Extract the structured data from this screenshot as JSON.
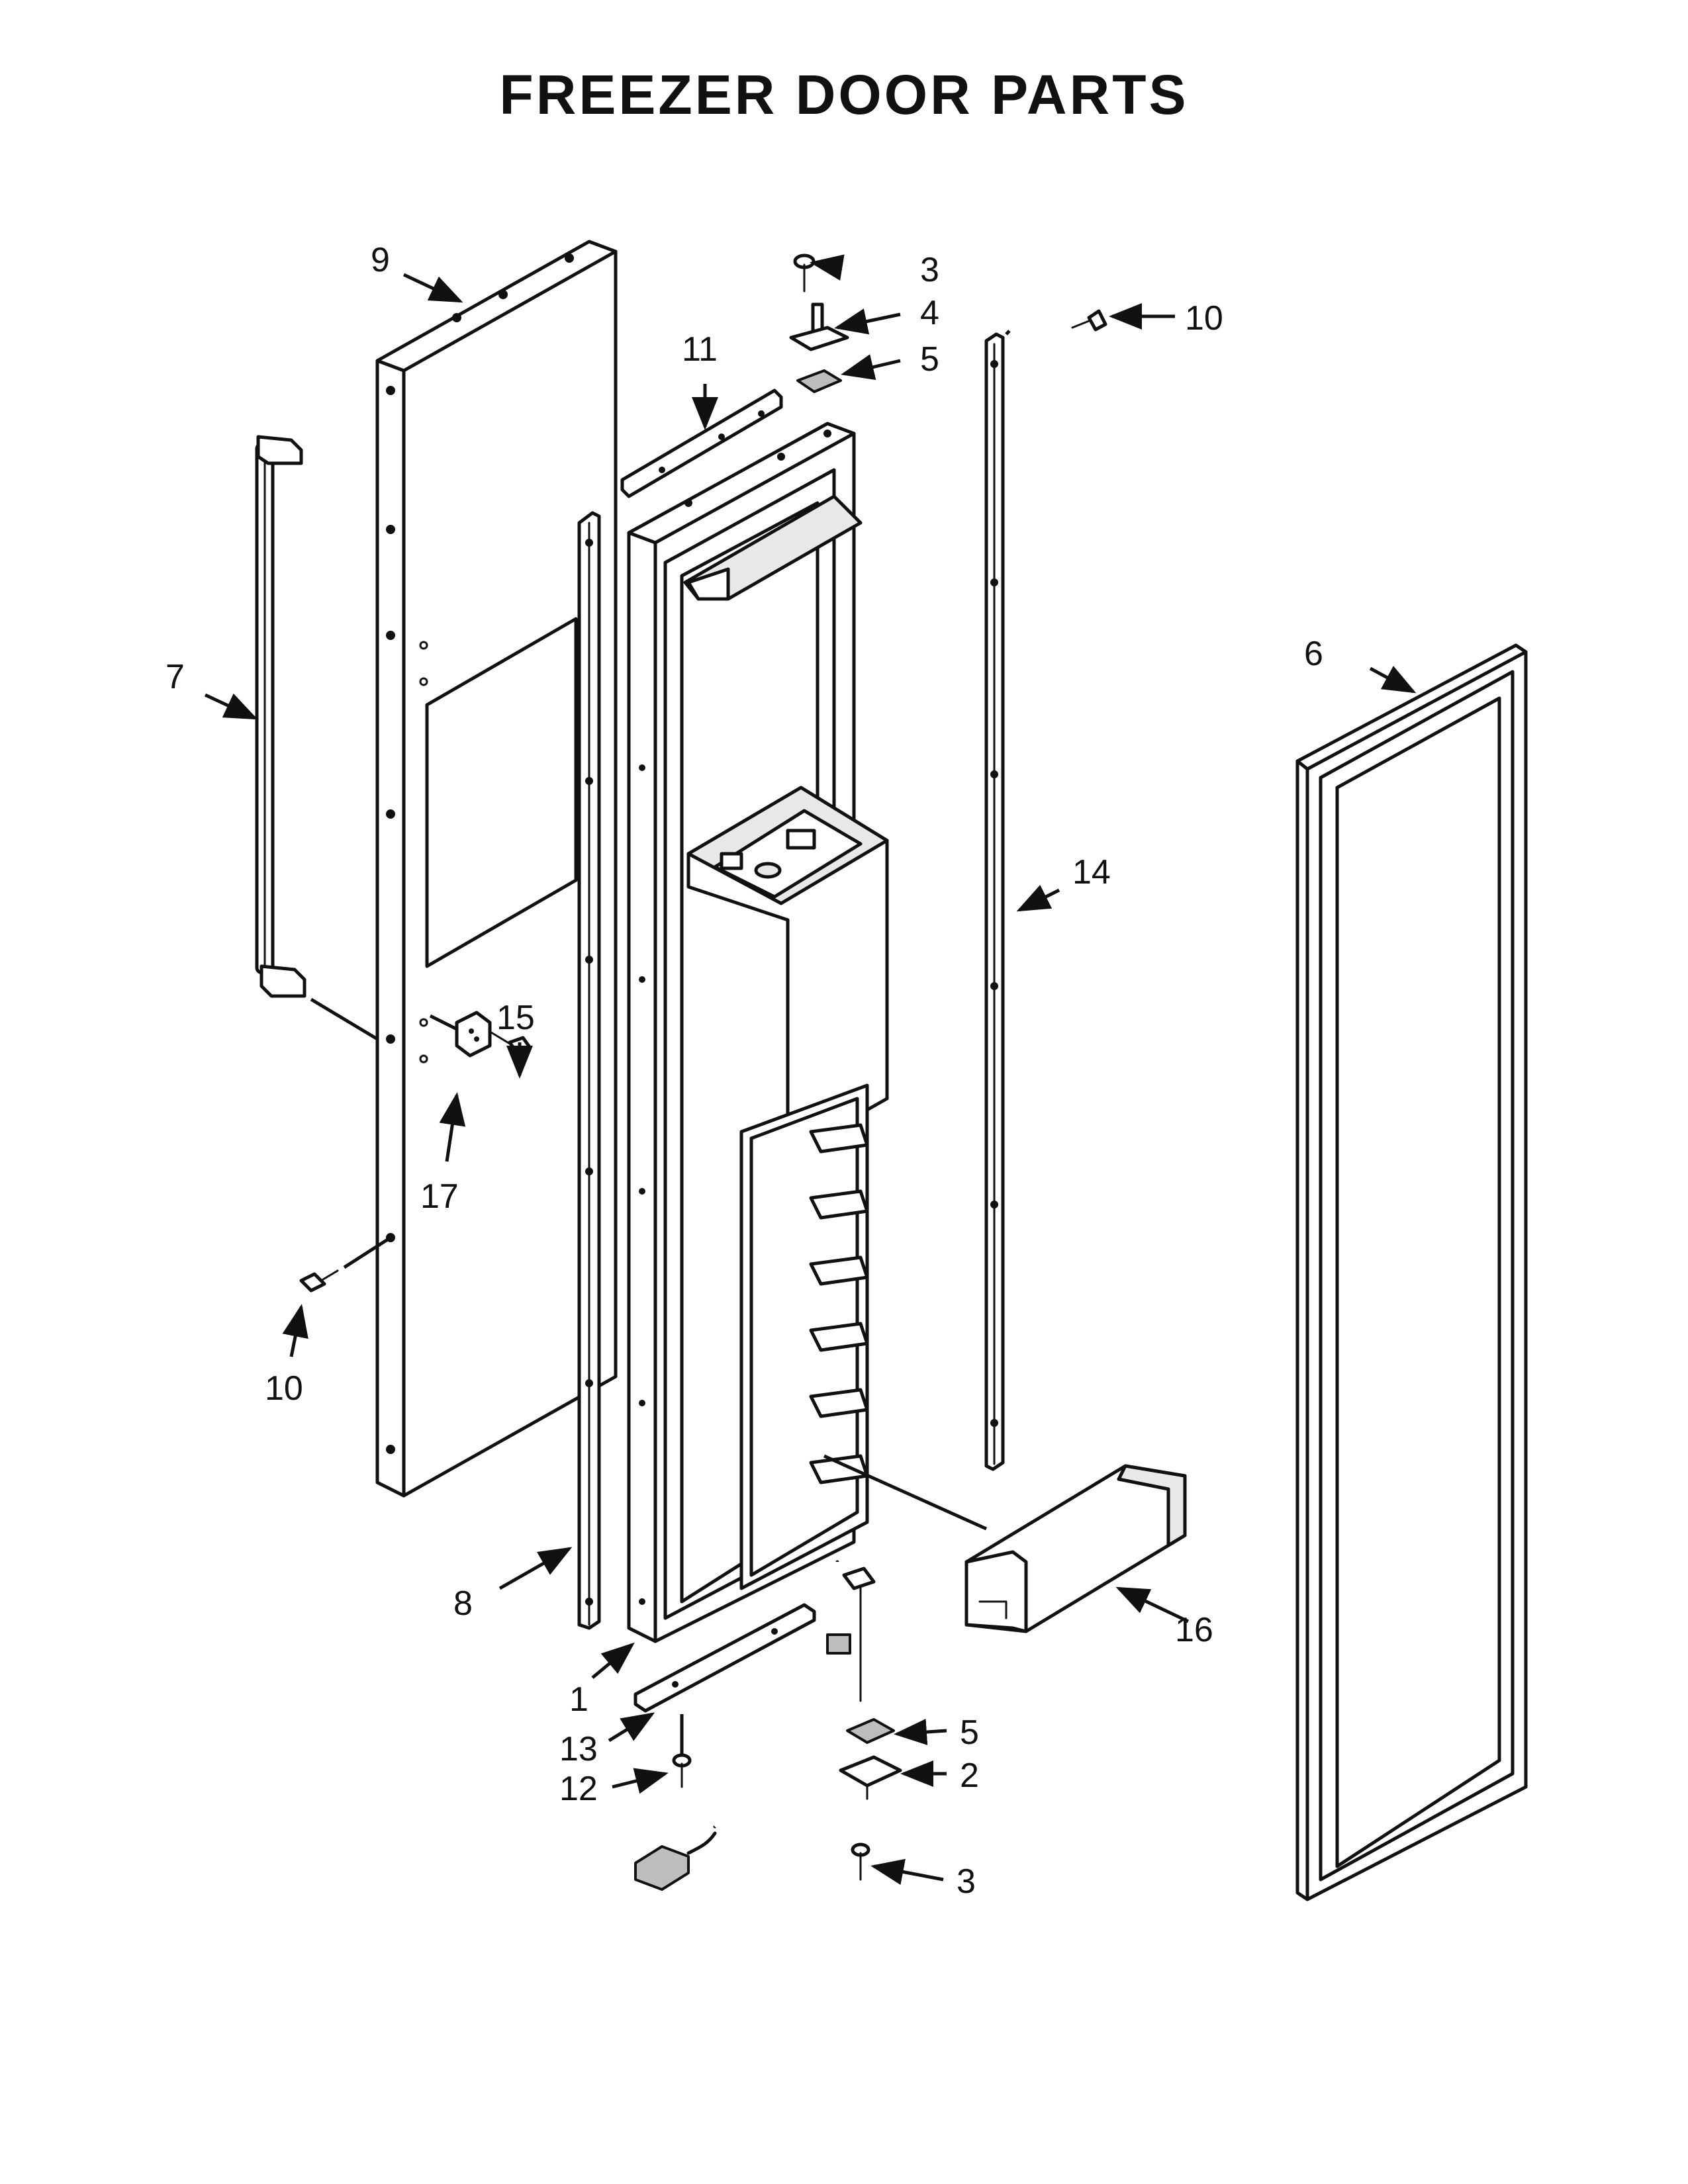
{
  "title": "FREEZER DOOR PARTS",
  "callouts": {
    "c1": "1",
    "c2": "2",
    "c3_top": "3",
    "c3_bottom": "3",
    "c4": "4",
    "c5_top": "5",
    "c5_bottom": "5",
    "c6": "6",
    "c7": "7",
    "c8": "8",
    "c9": "9",
    "c10_top": "10",
    "c10_left": "10",
    "c11": "11",
    "c12": "12",
    "c13": "13",
    "c14": "14",
    "c15": "15",
    "c16": "16",
    "c17": "17"
  },
  "colors": {
    "line": "#111111",
    "background": "#ffffff"
  }
}
